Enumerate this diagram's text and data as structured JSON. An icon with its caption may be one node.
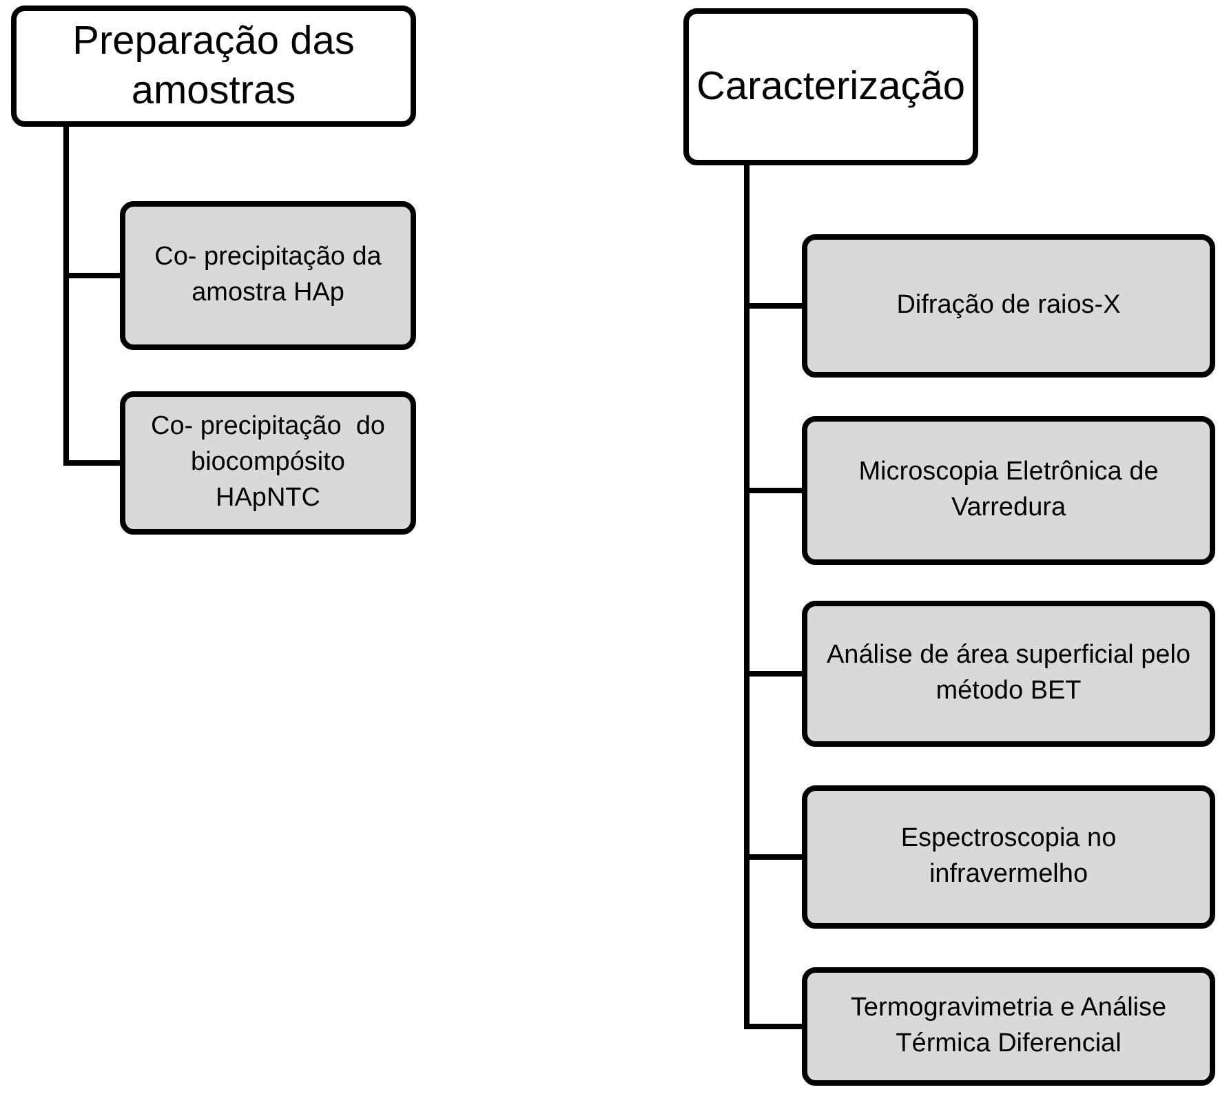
{
  "diagram": {
    "nodes": [
      {
        "text": [
          "Preparação das amostras"
        ]
      },
      {
        "text": [
          "Co- precipitação da amostra HAp"
        ]
      },
      {
        "text": [
          "Co- precipitação  do biocompósito HApNTC"
        ]
      },
      {
        "text": [
          "Caracterização"
        ]
      },
      {
        "text": [
          "Difração de raios-X"
        ]
      },
      {
        "text": [
          "Microscopia Eletrônica de Varredura"
        ]
      },
      {
        "text": [
          "Análise de área superficial pelo método BET"
        ]
      },
      {
        "text": [
          "Espectroscopia no infravermelho"
        ]
      },
      {
        "text": [
          "Termogravimetria e Análise Térmica Diferencial"
        ]
      }
    ],
    "edges": [
      {
        "from": 0,
        "to": 1,
        "arrow": "none"
      },
      {
        "from": 0,
        "to": 2,
        "arrow": "none"
      },
      {
        "from": 3,
        "to": 4,
        "arrow": "none"
      },
      {
        "from": 3,
        "to": 5,
        "arrow": "none"
      },
      {
        "from": 3,
        "to": 6,
        "arrow": "none"
      },
      {
        "from": 3,
        "to": 7,
        "arrow": "none"
      },
      {
        "from": 3,
        "to": 8,
        "arrow": "none"
      }
    ]
  }
}
